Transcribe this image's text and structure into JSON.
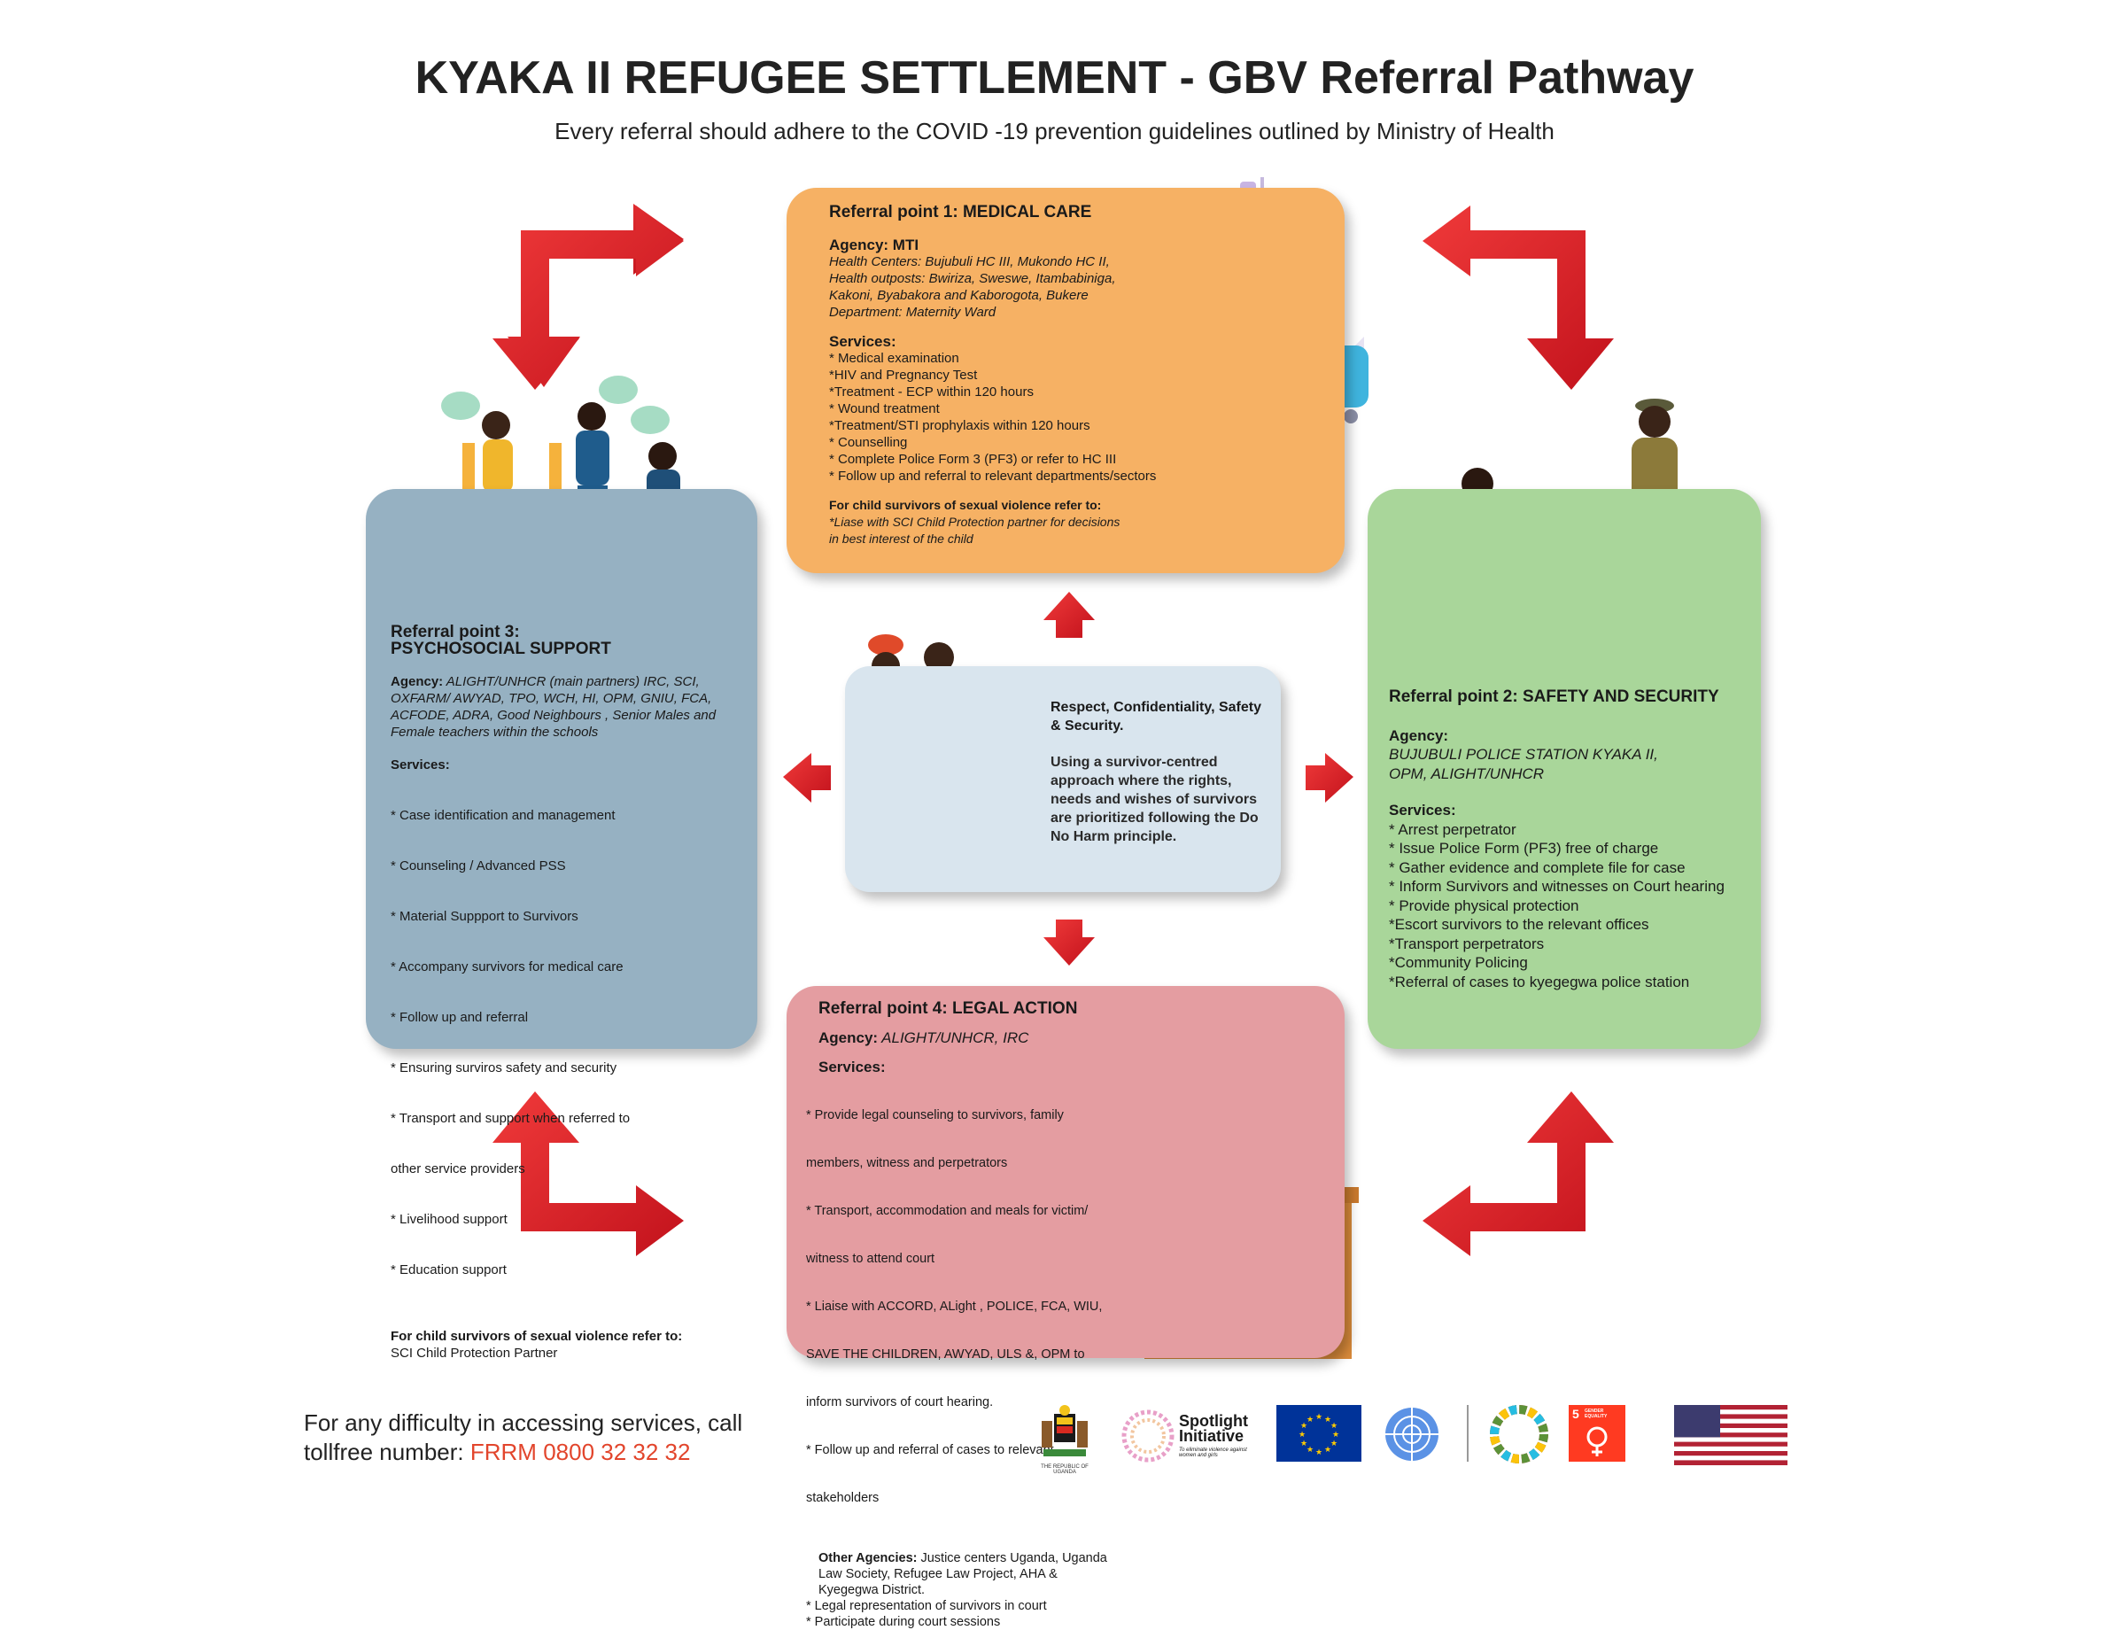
{
  "header": {
    "title": "KYAKA II REFUGEE SETTLEMENT -  GBV Referral Pathway",
    "subtitle": "Every referral should adhere to the COVID -19 prevention guidelines outlined by Ministry of Health"
  },
  "medical": {
    "title": "Referral point 1: MEDICAL CARE",
    "agency_label": "Agency: MTI",
    "agency_lines": [
      "Health Centers: Bujubuli HC III, Mukondo HC II,",
      "Health outposts: Bwiriza, Sweswe, Itambabiniga,",
      "Kakoni, Byabakora and Kaborogota, Bukere",
      "Department: Maternity Ward"
    ],
    "services_label": "Services:",
    "services": [
      "* Medical examination",
      "*HIV and Pregnancy Test",
      "*Treatment - ECP within 120 hours",
      "* Wound treatment",
      "*Treatment/STI prophylaxis within 120 hours",
      "* Counselling",
      "* Complete Police Form 3 (PF3) or refer to HC III",
      "* Follow up and referral to relevant departments/sectors"
    ],
    "child_label": "For child survivors of sexual violence refer to:",
    "child_lines": [
      "*Liase with SCI Child Protection partner for decisions",
      " in best interest of the child"
    ]
  },
  "psychosocial": {
    "title_line1": "Referral point 3:",
    "title_line2": "PSYCHOSOCIAL SUPPORT",
    "agency_label": "Agency:",
    "agency_text": " ALIGHT/UNHCR (main partners) IRC, SCI, OXFARM/ AWYAD, TPO, WCH, HI,  OPM, GNIU, FCA, ACFODE, ADRA, Good Neighbours , Senior Males and Female teachers within the schools",
    "services_label": "Services:",
    "services": [
      "* Case identification and management",
      "* Counseling / Advanced PSS",
      "* Material Suppport to Survivors",
      "* Accompany survivors for medical care",
      "* Follow up and referral",
      "* Ensuring surviros safety and security",
      "* Transport and support when referred to",
      "   other service providers",
      "* Livelihood support",
      "* Education support"
    ],
    "child_label": "For child survivors of sexual violence refer to:",
    "child_text": "SCI Child Protection Partner"
  },
  "safety": {
    "title": "Referral point 2: SAFETY AND SECURITY",
    "agency_label": "Agency:",
    "agency_lines": [
      "BUJUBULI POLICE STATION KYAKA II,",
      "OPM, ALIGHT/UNHCR"
    ],
    "services_label": "Services:",
    "services": [
      "* Arrest perpetrator",
      "* Issue Police Form (PF3) free of charge",
      "* Gather evidence and complete file for case",
      "* Inform Survivors and witnesses on Court hearing",
      "* Provide physical protection",
      "*Escort survivors to the relevant offices",
      "*Transport perpetrators",
      "*Community Policing",
      "*Referral of cases to kyegegwa police station"
    ]
  },
  "legal": {
    "title": "Referral point 4: LEGAL ACTION",
    "agency_label": "Agency:",
    "agency_text": " ALIGHT/UNHCR, IRC",
    "services_label": "Services:",
    "services": [
      "* Provide legal counseling to survivors, family",
      "   members, witness and perpetrators",
      "* Transport, accommodation and meals for victim/",
      "   witness to attend court",
      "* Liaise with ACCORD, ALight , POLICE, FCA, WIU,",
      "   SAVE THE CHILDREN, AWYAD, ULS &, OPM to",
      "   inform survivors of court hearing.",
      "* Follow up and referral of cases to relevant",
      "   stakeholders"
    ],
    "other_label": "Other Agencies:",
    "other_lines": [
      " Justice centers Uganda, Uganda",
      "Law Society, Refugee Law Project, AHA &",
      "Kyegegwa District."
    ],
    "other_services": [
      "* Legal representation of survivors in court",
      "* Participate during court sessions"
    ]
  },
  "center": {
    "principles": "Respect, Confidentiality, Safety & Security.",
    "approach": "Using a  survivor-centred approach where the rights, needs and wishes of survivors are prioritized following the Do No Harm principle."
  },
  "footer": {
    "line1": "For any difficulty in accessing services, call",
    "line2_prefix": "tollfree number: ",
    "hotline": "FRRM  0800 32 32 32",
    "uganda_caption": "THE REPUBLIC OF UGANDA",
    "spotlight_title": "Spotlight",
    "spotlight_title2": "Initiative",
    "spotlight_sub": "To eliminate violence against women and girls",
    "sdg5_num": "5",
    "sdg5_text": "GENDER EQUALITY"
  },
  "colors": {
    "medical": "#f6b164",
    "psychosocial": "#96b1c2",
    "safety": "#a9d69a",
    "legal": "#e49da1",
    "center": "#d9e5ee",
    "arrow_red": "#e0262b",
    "hotline": "#e2452c"
  }
}
